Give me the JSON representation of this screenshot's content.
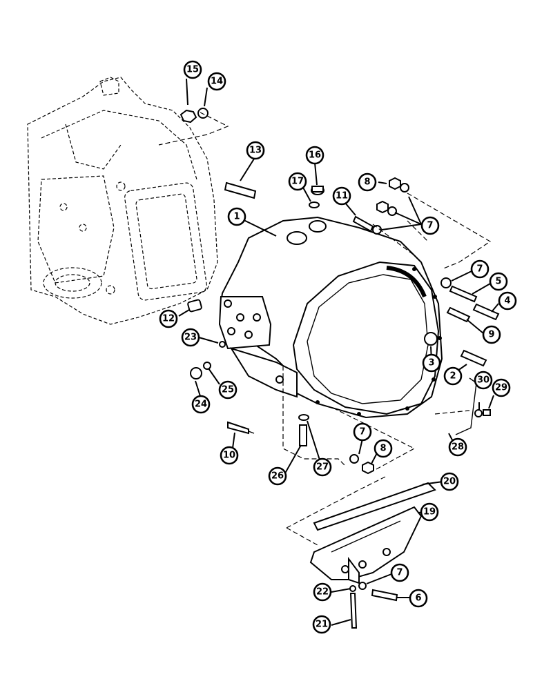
{
  "callouts": [
    {
      "label": "1"
    },
    {
      "label": "2"
    },
    {
      "label": "3"
    },
    {
      "label": "4"
    },
    {
      "label": "5"
    },
    {
      "label": "6"
    },
    {
      "label": "7"
    },
    {
      "label": "7"
    },
    {
      "label": "7"
    },
    {
      "label": "7"
    },
    {
      "label": "8"
    },
    {
      "label": "8"
    },
    {
      "label": "9"
    },
    {
      "label": "10"
    },
    {
      "label": "11"
    },
    {
      "label": "12"
    },
    {
      "label": "13"
    },
    {
      "label": "14"
    },
    {
      "label": "15"
    },
    {
      "label": "16"
    },
    {
      "label": "17"
    },
    {
      "label": "19"
    },
    {
      "label": "20"
    },
    {
      "label": "21"
    },
    {
      "label": "22"
    },
    {
      "label": "23"
    },
    {
      "label": "24"
    },
    {
      "label": "25"
    },
    {
      "label": "26"
    },
    {
      "label": "27"
    },
    {
      "label": "28"
    },
    {
      "label": "29"
    },
    {
      "label": "30"
    }
  ]
}
